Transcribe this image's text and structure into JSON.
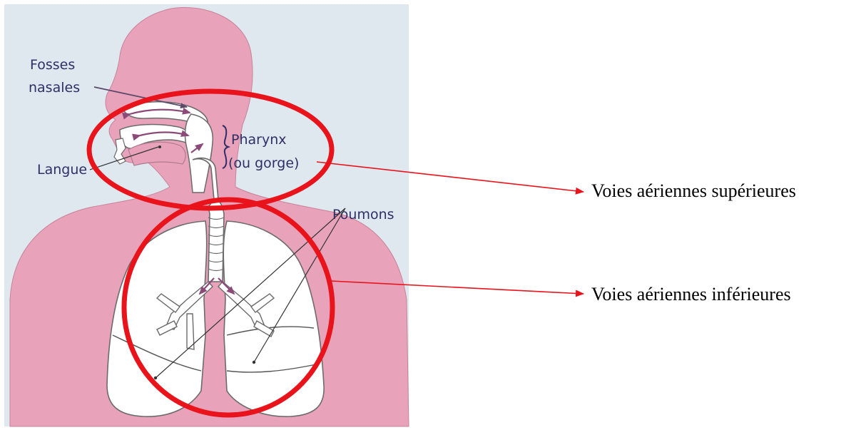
{
  "labels": {
    "fosses_line1": "Fosses",
    "fosses_line2": "nasales",
    "langue": "Langue",
    "pharynx_line1": "Pharynx",
    "pharynx_line2": "(ou gorge)",
    "poumons": "Poumons",
    "upper_airways": "Voies aériennes supérieures",
    "lower_airways": "Voies aériennes inférieures"
  },
  "colors": {
    "background_panel": "#dfe8ef",
    "body": "#e8a2b9",
    "highlight_circle": "#e8131b",
    "callout_line": "#e8131b",
    "anatomy_text": "#2f2f66",
    "air_arrow": "#8b4a78"
  }
}
